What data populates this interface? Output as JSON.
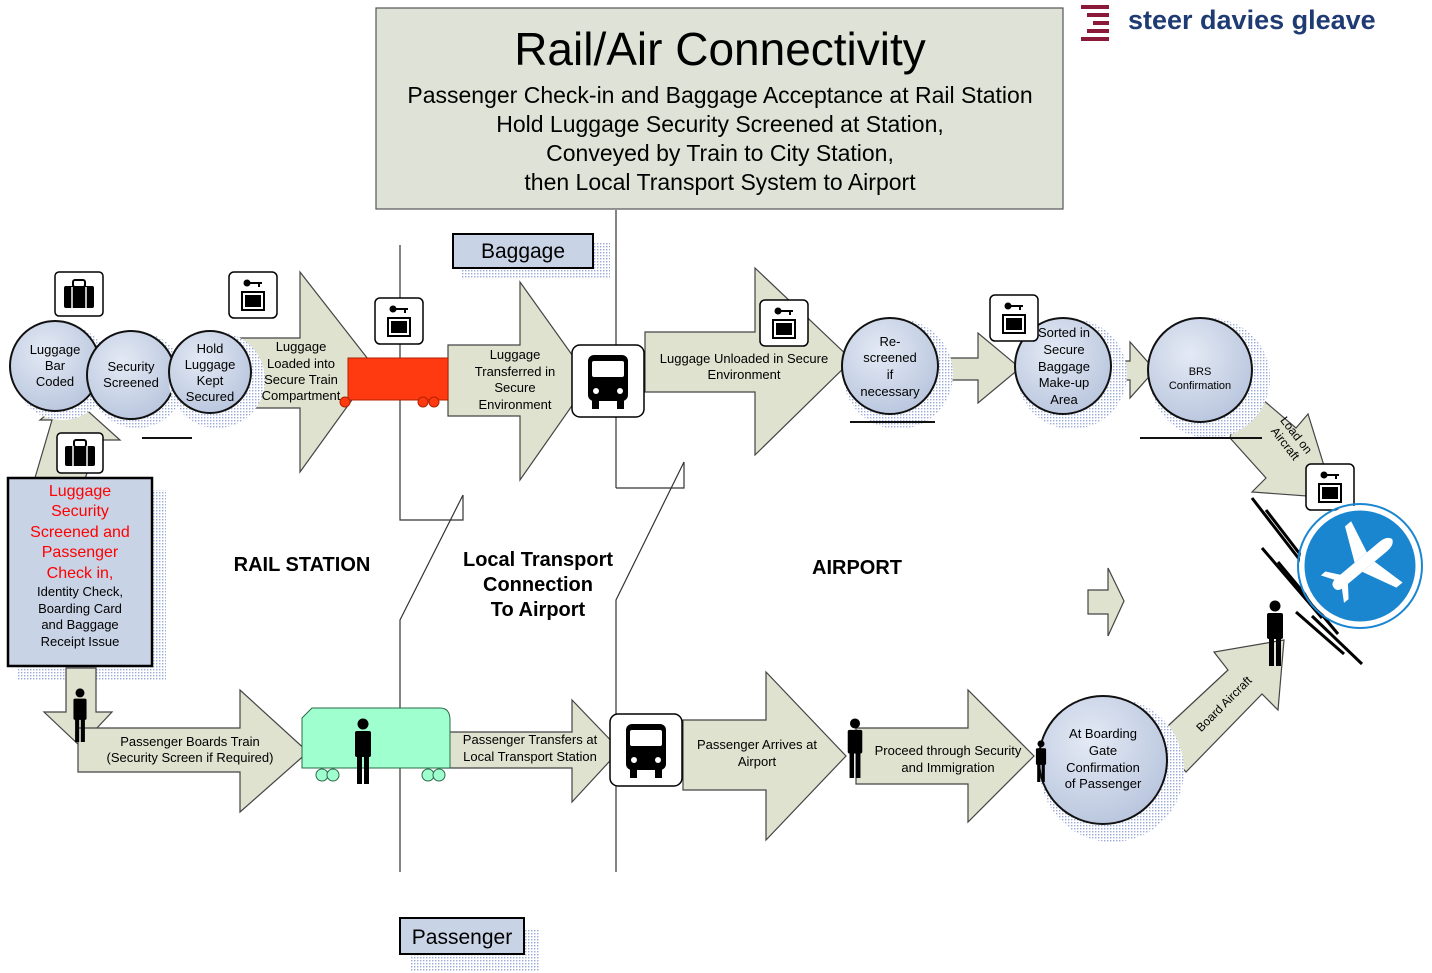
{
  "brand": {
    "name": "steer davies gleave",
    "accent": "#8b1a3a",
    "text_color": "#1f3b73"
  },
  "title_box": {
    "title": "Rail/Air Connectivity",
    "lines": [
      "Passenger Check-in and Baggage Acceptance at Rail Station",
      "Hold Luggage Security Screened at Station,",
      "Conveyed by Train to City Station,",
      "then Local Transport System to Airport"
    ]
  },
  "tags": {
    "baggage": "Baggage",
    "passenger": "Passenger"
  },
  "zones": {
    "rail_station": "RAIL STATION",
    "local_transport": [
      "Local Transport",
      "Connection",
      "To Airport"
    ],
    "airport": "AIRPORT"
  },
  "colors": {
    "arrow_fill": "#dfe2cf",
    "circle_fill": "#c9d3e6",
    "train_red": "#ff3a10",
    "train_green": "#9fffcf",
    "checkin_red_text": "#ff0000",
    "plane_blue": "#1a86d0",
    "panel_fill": "#dfe2d6"
  },
  "baggage_steps": {
    "bar_coded": [
      "Luggage",
      "Bar",
      "Coded"
    ],
    "security_screened": [
      "Security",
      "Screened"
    ],
    "kept_secured": [
      "Hold",
      "Luggage",
      "Kept",
      "Secured"
    ],
    "loaded_train": [
      "Luggage",
      "Loaded into",
      "Secure Train",
      "Compartment"
    ],
    "transferred": [
      "Luggage",
      "Transferred in",
      "Secure",
      "Environment"
    ],
    "unloaded": [
      "Luggage Unloaded in Secure",
      "Environment"
    ],
    "rescreened": [
      "Re-",
      "screened",
      "if",
      "necessary"
    ],
    "sorted": [
      "Sorted in",
      "Secure",
      "Baggage",
      "Make-up",
      "Area"
    ],
    "brs": [
      "BRS",
      "Confirmation"
    ],
    "load_aircraft": [
      "Load on",
      "Aircraft"
    ]
  },
  "checkin": {
    "red_lines": [
      "Luggage",
      "Security",
      "Screened and",
      "Passenger",
      "Check in,"
    ],
    "black_lines": [
      "Identity Check,",
      "Boarding Card",
      "and Baggage",
      "Receipt Issue"
    ]
  },
  "passenger_steps": {
    "boards_train": [
      "Passenger Boards Train",
      "(Security Screen if Required)"
    ],
    "transfers": [
      "Passenger Transfers at",
      "Local Transport Station"
    ],
    "arrives": [
      "Passenger Arrives at",
      "Airport"
    ],
    "security": [
      "Proceed through Security",
      "and Immigration"
    ],
    "boarding_gate": [
      "At Boarding",
      "Gate",
      "Confirmation",
      "of Passenger"
    ],
    "board_aircraft": [
      "Board Aircraft"
    ]
  },
  "icons": [
    "luggage-icon",
    "secure-luggage-icon",
    "bus-icon",
    "person-icon",
    "airplane-icon",
    "train-icon"
  ]
}
